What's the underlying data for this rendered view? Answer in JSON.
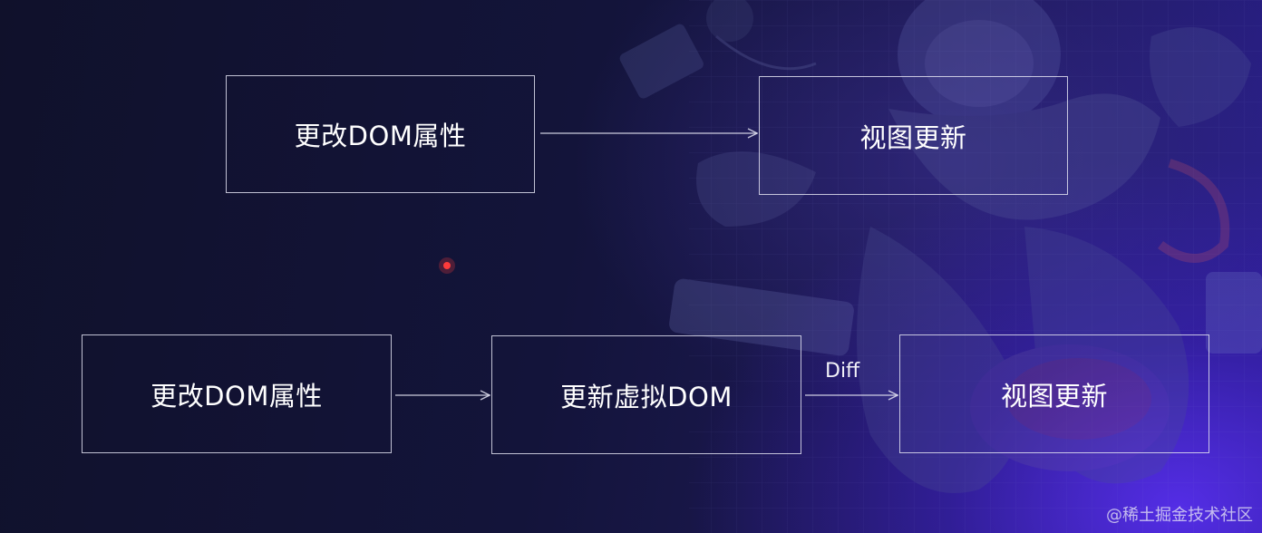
{
  "colors": {
    "background": "#13143a",
    "accent": "#5a2eeb",
    "box_border": "#e1e1f0",
    "text": "#ffffff",
    "cursor_dot": "#ff3b3b"
  },
  "diagram": {
    "flow1": {
      "box1": "更改DOM属性",
      "box2": "视图更新"
    },
    "flow2": {
      "box1": "更改DOM属性",
      "box2": "更新虚拟DOM",
      "edge_label": "Diff",
      "box3": "视图更新"
    }
  },
  "watermark": "@稀土掘金技术社区"
}
